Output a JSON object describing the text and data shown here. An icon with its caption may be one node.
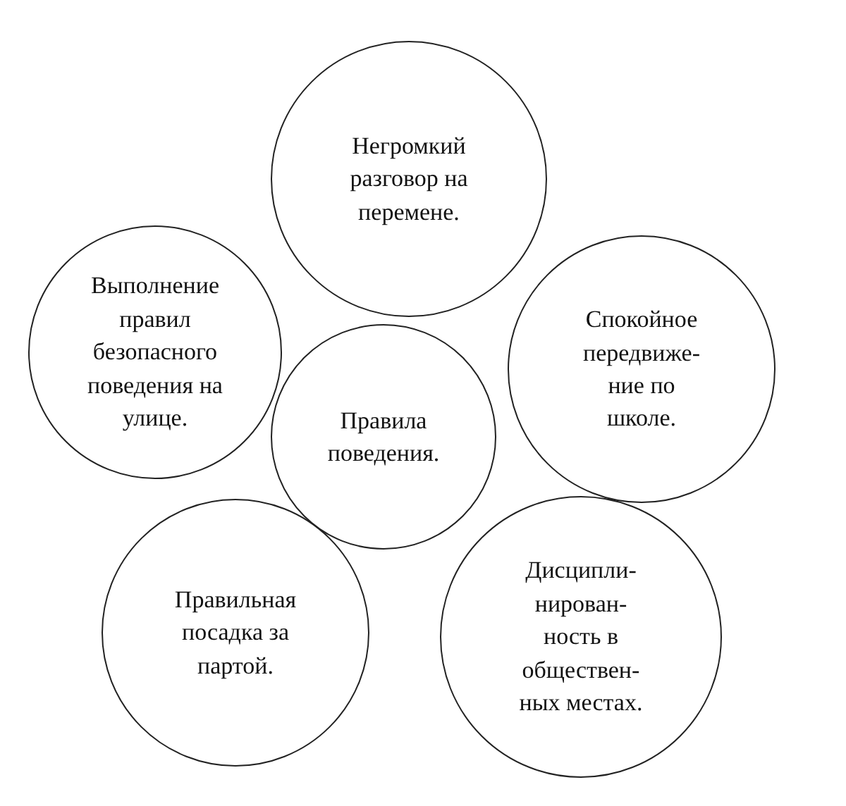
{
  "diagram": {
    "nodes": [
      {
        "text": [
          "Негромкий разговор на перемене."
        ]
      },
      {
        "text": [
          "Выполнение правил безопасного поведения на улице."
        ]
      },
      {
        "text": [
          "Правила поведения."
        ]
      },
      {
        "text": [
          "Спокойное передвиже- ние по школе."
        ]
      },
      {
        "text": [
          "Правильная посадка за партой."
        ]
      },
      {
        "text": [
          "Дисципли- нирован- ность в обществен- ных местах."
        ]
      }
    ]
  }
}
